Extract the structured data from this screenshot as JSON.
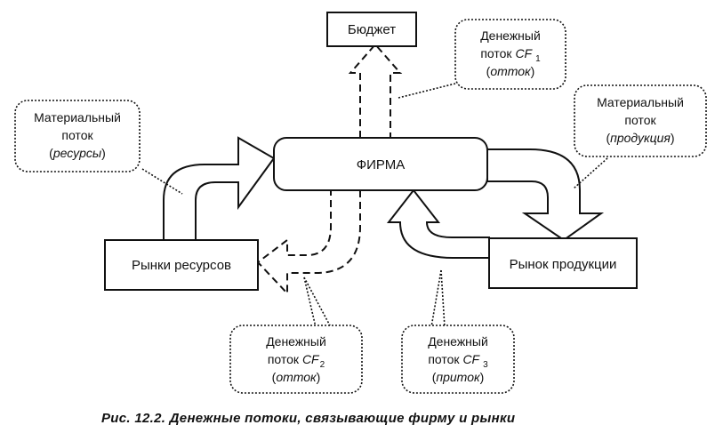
{
  "boxes": {
    "budget": "Бюджет",
    "firm": "ФИРМА",
    "resource_markets": "Рынки ресурсов",
    "product_market": "Рынок продукции"
  },
  "callouts": {
    "cf1": {
      "line1": "Денежный",
      "line2_prefix": "поток ",
      "cf": "CF",
      "sub": "1",
      "line3": "отток"
    },
    "material_resources": {
      "line1": "Материальный",
      "line2": "поток",
      "line3": "ресурсы"
    },
    "material_products": {
      "line1": "Материальный",
      "line2": "поток",
      "line3": "продукция"
    },
    "cf2": {
      "line1": "Денежный",
      "line2_prefix": "поток ",
      "cf": "CF",
      "sub": "2",
      "line3": "отток"
    },
    "cf3": {
      "line1": "Денежный",
      "line2_prefix": "поток ",
      "cf": "CF",
      "sub": "3",
      "line3": "приток"
    }
  },
  "caption": "Рис. 12.2. Денежные потоки, связывающие фирму и рынки"
}
